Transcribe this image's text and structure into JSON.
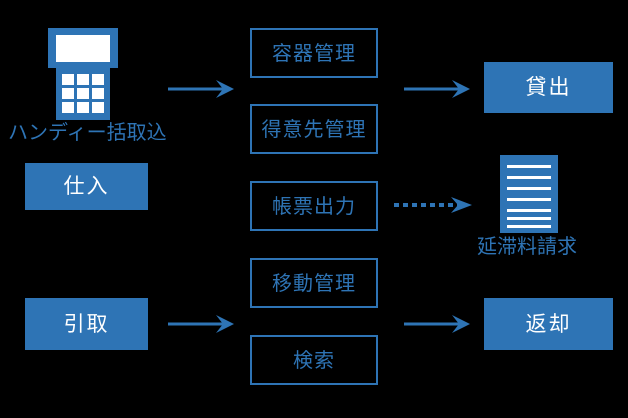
{
  "diagram": {
    "title": "container management system flow",
    "background_color": "#000000",
    "accent_color": "#2E74B5",
    "text_on_fill_color": "#FFFFFF"
  },
  "left_column": {
    "device_label": "ハンディー括取込",
    "boxes": [
      {
        "label": "仕入"
      },
      {
        "label": "引取"
      }
    ]
  },
  "center_column": {
    "boxes": [
      {
        "label": "容器管理"
      },
      {
        "label": "得意先管理"
      },
      {
        "label": "帳票出力"
      },
      {
        "label": "移動管理"
      },
      {
        "label": "検索"
      }
    ]
  },
  "right_column": {
    "boxes": [
      {
        "label": "貸出"
      },
      {
        "label": "返却"
      }
    ],
    "document_label": "延滞料請求"
  },
  "icons": {
    "handheld": "handheld-scanner-icon",
    "document": "document-report-icon"
  },
  "connectors": [
    {
      "name": "arrow-supply-to-center",
      "style": "solid"
    },
    {
      "name": "arrow-center-to-lending",
      "style": "solid"
    },
    {
      "name": "arrow-report-to-overdue",
      "style": "dashed"
    },
    {
      "name": "arrow-collection-to-center",
      "style": "solid"
    },
    {
      "name": "arrow-center-to-return",
      "style": "solid"
    }
  ]
}
